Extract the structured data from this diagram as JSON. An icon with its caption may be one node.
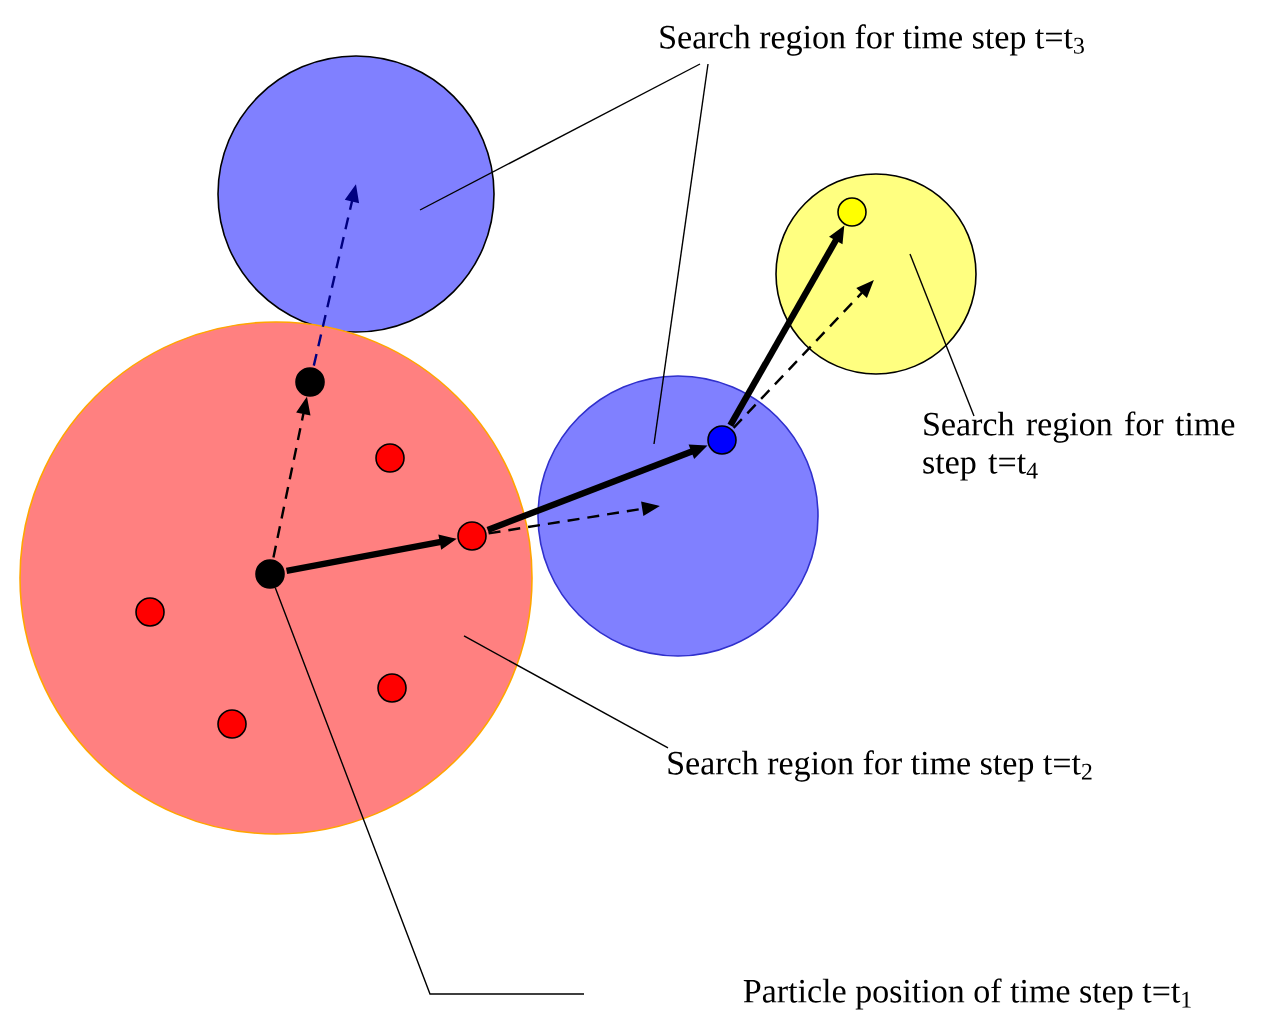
{
  "diagram": {
    "nodes": [
      {
        "text": [
          "Search region for time step t=t$_{3}$"
        ]
      },
      {
        "text": [],
        "shape": "circle"
      },
      {
        "text": [],
        "shape": "circle"
      },
      {
        "text": [],
        "shape": "circle",
        "in": 2
      },
      {
        "text": [
          "Search region for time step t=t$_{4}$"
        ]
      },
      {
        "text": [],
        "shape": "circle"
      },
      {
        "text": [],
        "shape": "circle",
        "in": 5
      },
      {
        "text": [],
        "shape": "circle",
        "in": 5
      },
      {
        "text": [],
        "shape": "circle"
      },
      {
        "text": [],
        "shape": "circle",
        "in": 8
      },
      {
        "text": [],
        "shape": "circle",
        "in": 5
      },
      {
        "text": [],
        "shape": "circle",
        "in": 5
      },
      {
        "text": [],
        "shape": "circle",
        "in": 5
      },
      {
        "text": [],
        "shape": "circle",
        "in": 5
      },
      {
        "text": [],
        "shape": "circle",
        "in": 5
      },
      {
        "text": [
          "Search region for time step t=t$_{2}$"
        ]
      },
      {
        "text": [
          "Particle position of time step t=t$_{1}$"
        ]
      }
    ],
    "edges": [
      {
        "from": 11,
        "to": 6,
        "arrow": "to",
        "style": "dashed"
      },
      {
        "from": 6,
        "to": 1,
        "arrow": "to",
        "style": "dashed",
        "color": "#000080"
      },
      {
        "from": 11,
        "to": 10,
        "arrow": "to",
        "style": "thick"
      },
      {
        "from": 10,
        "to": 9,
        "arrow": "to",
        "style": "thick"
      },
      {
        "from": 9,
        "to": 3,
        "arrow": "to",
        "style": "thick"
      },
      {
        "from": 10,
        "to": null,
        "arrow": "to",
        "style": "dashed"
      },
      {
        "from": 9,
        "to": null,
        "arrow": "to",
        "style": "dashed"
      },
      {
        "from": 0,
        "to": 1,
        "arrow": "none"
      },
      {
        "from": 0,
        "to": 8,
        "arrow": "none"
      },
      {
        "from": 4,
        "to": 2,
        "arrow": "none"
      },
      {
        "from": 15,
        "to": 5,
        "arrow": "none"
      },
      {
        "from": 16,
        "to": 11,
        "arrow": "none"
      }
    ]
  }
}
